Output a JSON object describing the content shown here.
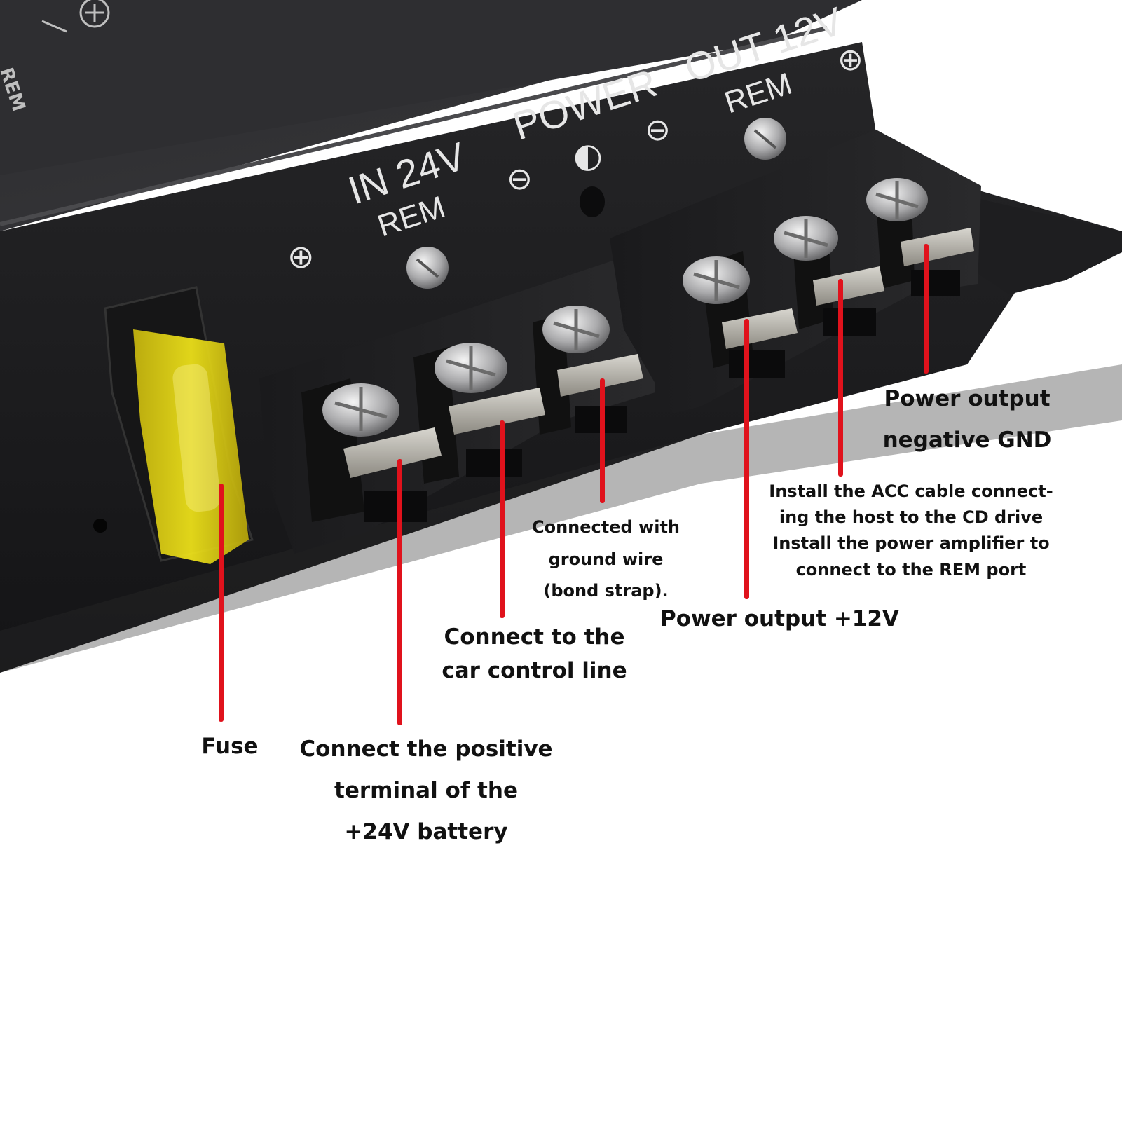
{
  "device": {
    "panel_text": {
      "in_label": "IN 24V",
      "power_label": "POWER",
      "out_label": "OUT 12V",
      "rem_in": "REM",
      "rem_out": "REM",
      "rem_corner": "REM"
    },
    "symbols": {
      "plus": "⊕",
      "minus": "⊖",
      "ground": "◐"
    },
    "fuse_color": "#f2e61a",
    "body_color": "#1c1c1e"
  },
  "annotations": {
    "fuse": {
      "lines": [
        "Fuse"
      ]
    },
    "battery_positive": {
      "lines": [
        "Connect the positive",
        "terminal of the",
        "+24V battery"
      ]
    },
    "car_control": {
      "lines": [
        "Connect to the",
        "car control line"
      ]
    },
    "ground": {
      "lines": [
        "Connected with",
        "ground wire",
        "(bond strap)."
      ]
    },
    "output_12v": {
      "lines": [
        "Power output +12V"
      ]
    },
    "acc_rem": {
      "lines": [
        "Install the ACC cable connect-",
        "ing the host to the CD drive",
        "Install the power amplifier to",
        "connect to the REM port"
      ]
    },
    "output_gnd": {
      "lines": [
        "Power output",
        "negative GND"
      ]
    }
  },
  "colors": {
    "leader_line": "#e0121c",
    "label_text": "#111111"
  }
}
